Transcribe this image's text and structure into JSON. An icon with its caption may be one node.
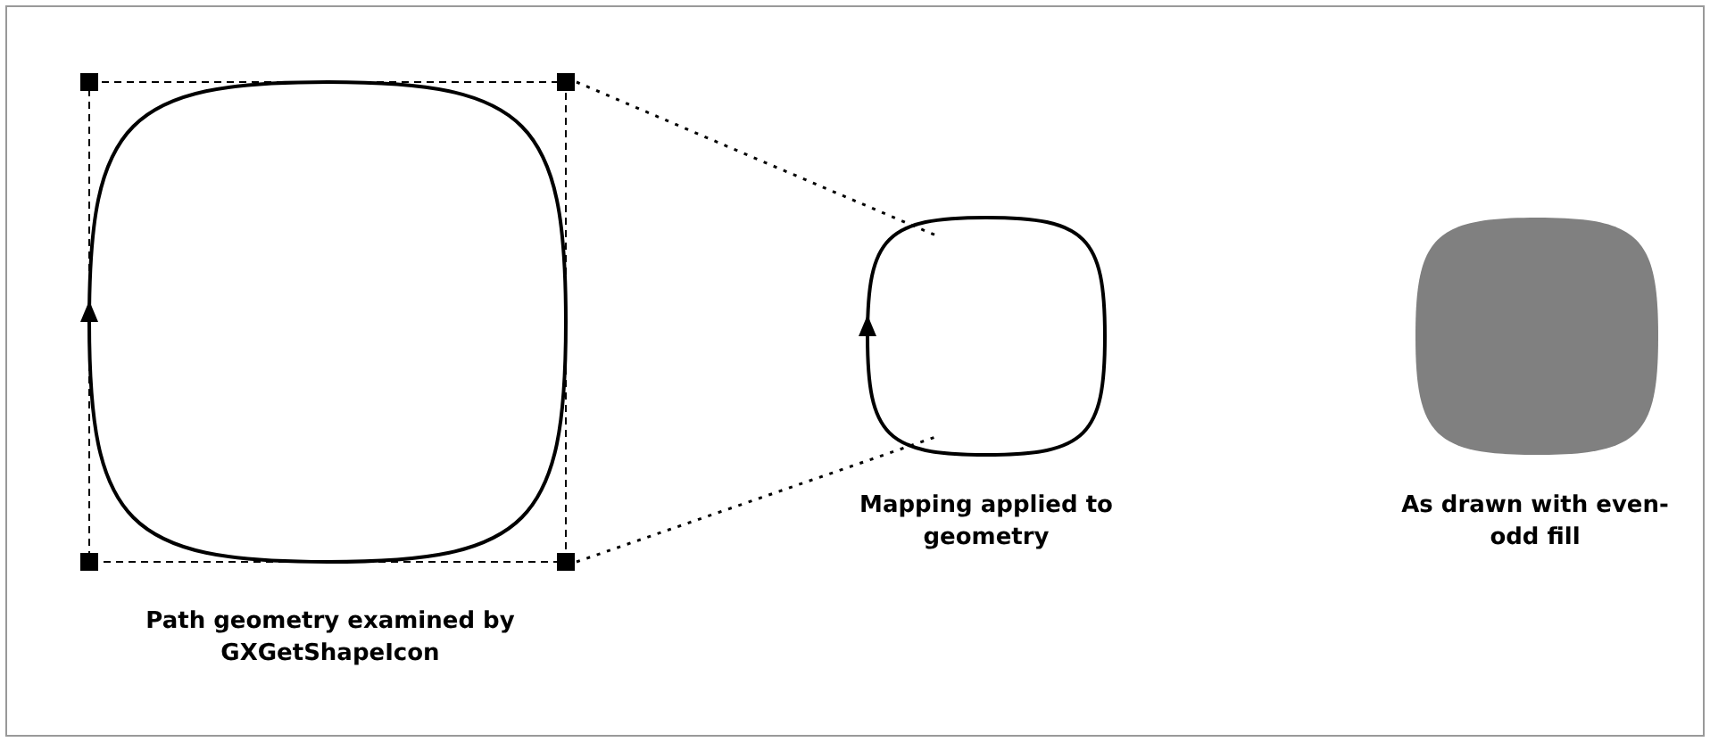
{
  "diagram": {
    "nodes": [
      {
        "text": [
          "Path geometry examined by GXGetShapeIcon"
        ]
      },
      {
        "text": [
          "Mapping applied to geometry"
        ]
      },
      {
        "text": [
          "As drawn with even-odd fill"
        ]
      }
    ],
    "edges": [
      {
        "from": 0,
        "to": 1,
        "arrow": "none",
        "style": "dashed"
      },
      {
        "from": 0,
        "to": 1,
        "arrow": "none",
        "style": "dashed"
      }
    ]
  }
}
